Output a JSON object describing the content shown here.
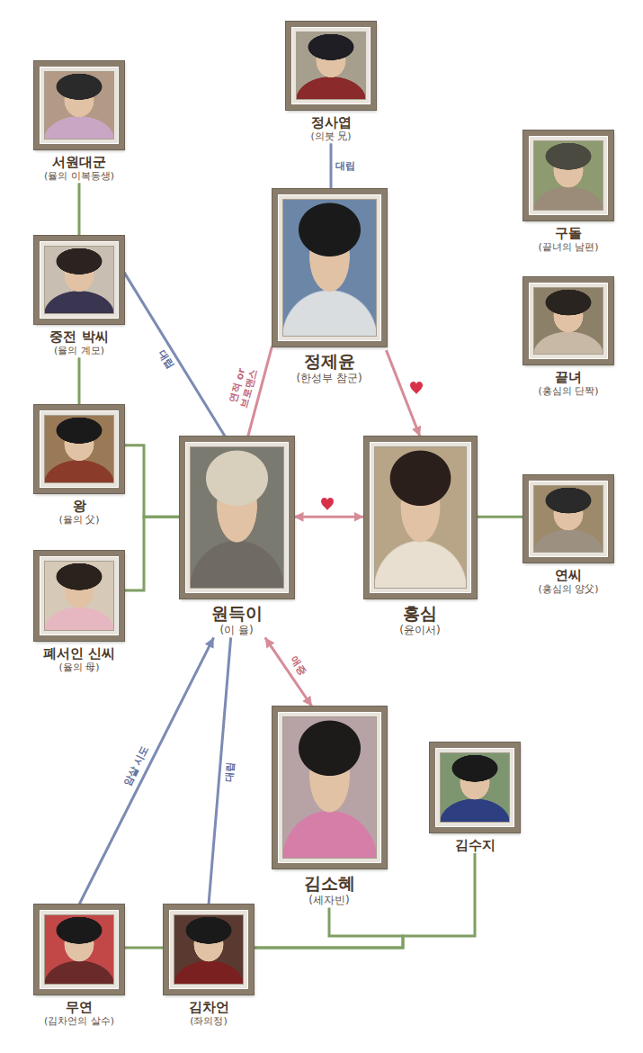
{
  "diagram": {
    "nodes": [
      {
        "text": [
          "정사엽",
          "(의붓 兄)"
        ]
      },
      {
        "text": [
          "서원대군",
          "(율의 이복동생)"
        ]
      },
      {
        "text": [
          "구돌",
          "(끝녀의 남편)"
        ]
      },
      {
        "text": [
          "정제윤",
          "(한성부 참군)"
        ]
      },
      {
        "text": [
          "중전 박씨",
          "(율의 계모)"
        ]
      },
      {
        "text": [
          "끝녀",
          "(홍심의 단짝)"
        ]
      },
      {
        "text": [
          "왕",
          "(율의 父)"
        ]
      },
      {
        "text": [
          "원득이",
          "(이 율)"
        ]
      },
      {
        "text": [
          "홍심",
          "(윤이서)"
        ]
      },
      {
        "text": [
          "연씨",
          "(홍심의 양父)"
        ]
      },
      {
        "text": [
          "폐서인 신씨",
          "(율의 母)"
        ]
      },
      {
        "text": [
          "김소혜",
          "(세자빈)"
        ]
      },
      {
        "text": [
          "김수지"
        ]
      },
      {
        "text": [
          "무연",
          "(김차언의 살수)"
        ]
      },
      {
        "text": [
          "김차언",
          "(좌의정)"
        ]
      }
    ],
    "edges": [
      {
        "from": 0,
        "to": 3,
        "label": "대립",
        "arrow": "none"
      },
      {
        "from": 1,
        "to": 4,
        "arrow": "none"
      },
      {
        "from": 4,
        "to": 6,
        "arrow": "none"
      },
      {
        "from": 4,
        "to": 7,
        "label": "대립",
        "arrow": "none"
      },
      {
        "from": 3,
        "to": 7,
        "label": "연적 or 브로맨스",
        "arrow": "none"
      },
      {
        "from": 3,
        "to": 8,
        "arrow": "to"
      },
      {
        "from": 7,
        "to": 8,
        "arrow": "both"
      },
      {
        "from": 6,
        "to": 7,
        "arrow": "none"
      },
      {
        "from": 10,
        "to": 7,
        "arrow": "none"
      },
      {
        "from": 8,
        "to": 9,
        "arrow": "none"
      },
      {
        "from": 7,
        "to": 11,
        "label": "애증",
        "arrow": "both"
      },
      {
        "from": 13,
        "to": 7,
        "label": "암살 시도",
        "arrow": "to"
      },
      {
        "from": 14,
        "to": 7,
        "label": "대립",
        "arrow": "none"
      },
      {
        "from": 13,
        "to": 14,
        "arrow": "none"
      },
      {
        "from": 14,
        "to": 11,
        "arrow": "none"
      },
      {
        "from": 14,
        "to": 12,
        "arrow": "none"
      }
    ]
  }
}
